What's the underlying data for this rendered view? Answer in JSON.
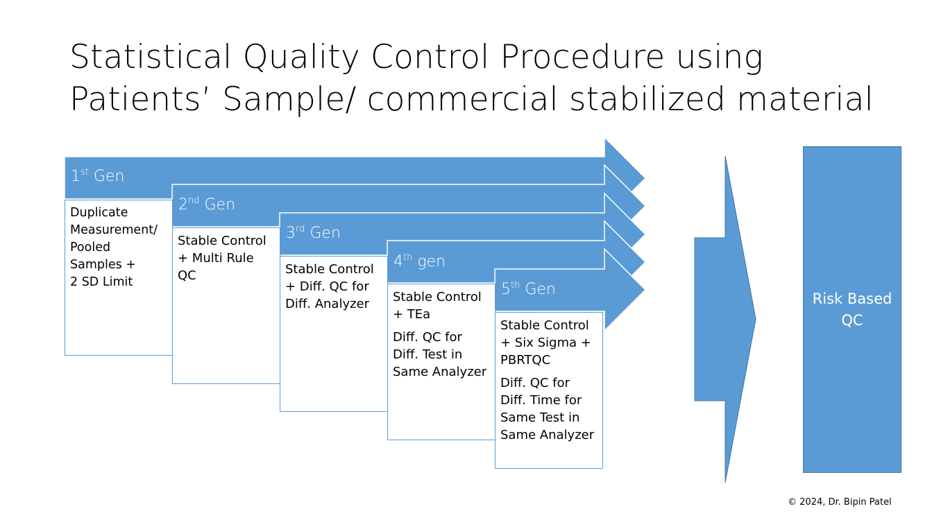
{
  "title": {
    "line1": "Statistical Quality Control Procedure using",
    "line2": "Patients’ Sample/ commercial stabilized material"
  },
  "generations": [
    {
      "num": "1",
      "sup": "st",
      "suffix": "Gen",
      "paragraphs": [
        "Duplicate\nMeasurement/\nPooled\nSamples +\n2 SD Limit"
      ]
    },
    {
      "num": "2",
      "sup": "nd",
      "suffix": "Gen",
      "paragraphs": [
        "Stable Control\n+ Multi Rule\nQC"
      ]
    },
    {
      "num": "3",
      "sup": "rd",
      "suffix": "Gen",
      "paragraphs": [
        "Stable Control\n+ Diff. QC for\nDiff. Analyzer"
      ]
    },
    {
      "num": "4",
      "sup": "th",
      "suffix": "gen",
      "paragraphs": [
        "Stable Control\n+ TEa",
        "Diff. QC for\nDiff. Test in\nSame Analyzer"
      ]
    },
    {
      "num": "5",
      "sup": "th",
      "suffix": "Gen",
      "paragraphs": [
        "Stable Control\n+ Six Sigma +\nPBRTQC",
        "Diff. QC for\nDiff. Time for\nSame Test in\nSame Analyzer"
      ]
    }
  ],
  "result": {
    "label": "Risk Based\nQC"
  },
  "footer": {
    "copyright": "© 2024, Dr. Bipin Patel"
  },
  "colors": {
    "accent": "#5b9bd5",
    "accent_border": "#41719c"
  }
}
